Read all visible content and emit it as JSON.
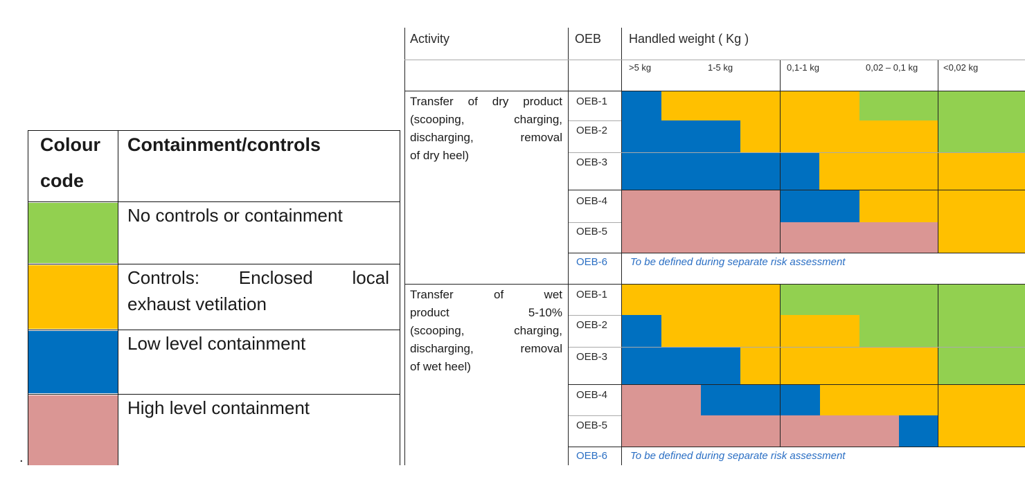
{
  "legend": {
    "col_header_1_line1": "Colour",
    "col_header_1_line2": "code",
    "col_header_2": "Containment/controls",
    "colors": {
      "green": "#92d050",
      "orange": "#ffc000",
      "blue": "#0070c0",
      "pink": "#da9694"
    },
    "rows": [
      {
        "color": "green",
        "label": "No controls or containment"
      },
      {
        "color": "orange",
        "label_line1": "Controls:   Enclosed   local",
        "label_line2": "exhaust vetilation"
      },
      {
        "color": "blue",
        "label": "Low level containment"
      },
      {
        "color": "pink",
        "label": "High level containment"
      }
    ]
  },
  "assessment": {
    "headers": {
      "activity": "Activity",
      "oeb": "OEB",
      "weight": "Handled weight ( Kg )"
    },
    "weight_bands": [
      ">5 kg",
      "1-5 kg",
      "0,1-1 kg",
      "0,02 – 0,1 kg",
      "<0,02 kg"
    ],
    "oeb_levels": [
      "OEB-1",
      "OEB-2",
      "OEB-3",
      "OEB-4",
      "OEB-5",
      "OEB-6"
    ],
    "oeb6_note": "To be defined during separate risk assessment",
    "groups": [
      {
        "activity_lines": [
          "Transfer of dry product",
          "(scooping,   charging,",
          "discharging,   removal",
          "of dry heel)"
        ]
      },
      {
        "activity_lines": [
          "Transfer    of    wet",
          "product          5-10%",
          "(scooping,   charging,",
          "discharging,   removal",
          "of wet heel)"
        ]
      }
    ]
  },
  "stray_mark": "."
}
